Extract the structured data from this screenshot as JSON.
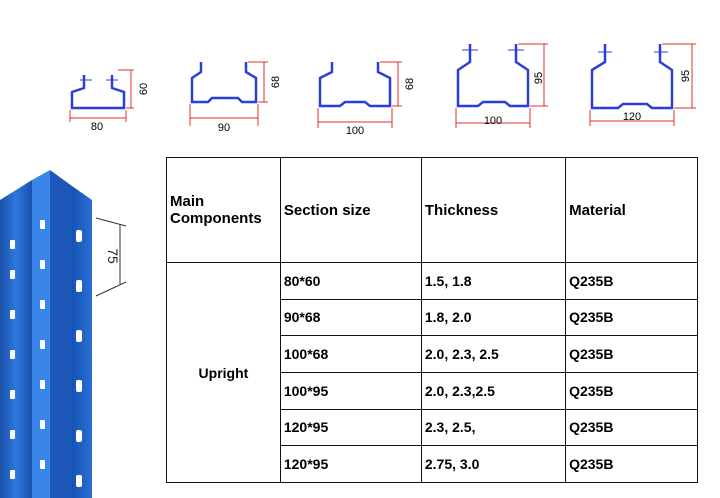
{
  "profiles": [
    {
      "width_label": "80",
      "height_label": "60"
    },
    {
      "width_label": "90",
      "height_label": "68"
    },
    {
      "width_label": "100",
      "height_label": "68"
    },
    {
      "width_label": "100",
      "height_label": "95"
    },
    {
      "width_label": "120",
      "height_label": "95"
    }
  ],
  "photo": {
    "dimension_label": "75"
  },
  "table": {
    "headers": [
      "Main\nComponents",
      "Section size",
      "Thickness",
      "Material"
    ],
    "group_label": "Upright",
    "rows": [
      {
        "size": "80*60",
        "thickness": "1.5, 1.8",
        "material": "Q235B"
      },
      {
        "size": "90*68",
        "thickness": "1.8, 2.0",
        "material": "Q235B"
      },
      {
        "size": "100*68",
        "thickness": "2.0, 2.3, 2.5",
        "material": "Q235B"
      },
      {
        "size": "100*95",
        "thickness": "2.0, 2.3,2.5",
        "material": "Q235B"
      },
      {
        "size": "120*95",
        "thickness": "2.3, 2.5,",
        "material": "Q235B"
      },
      {
        "size": "120*95",
        "thickness": "2.75, 3.0",
        "material": "Q235B"
      }
    ]
  },
  "colors": {
    "profile_blue": "#2b3fd6",
    "dimension_red": "#e03030",
    "upright_blue": "#1f5fbf"
  }
}
